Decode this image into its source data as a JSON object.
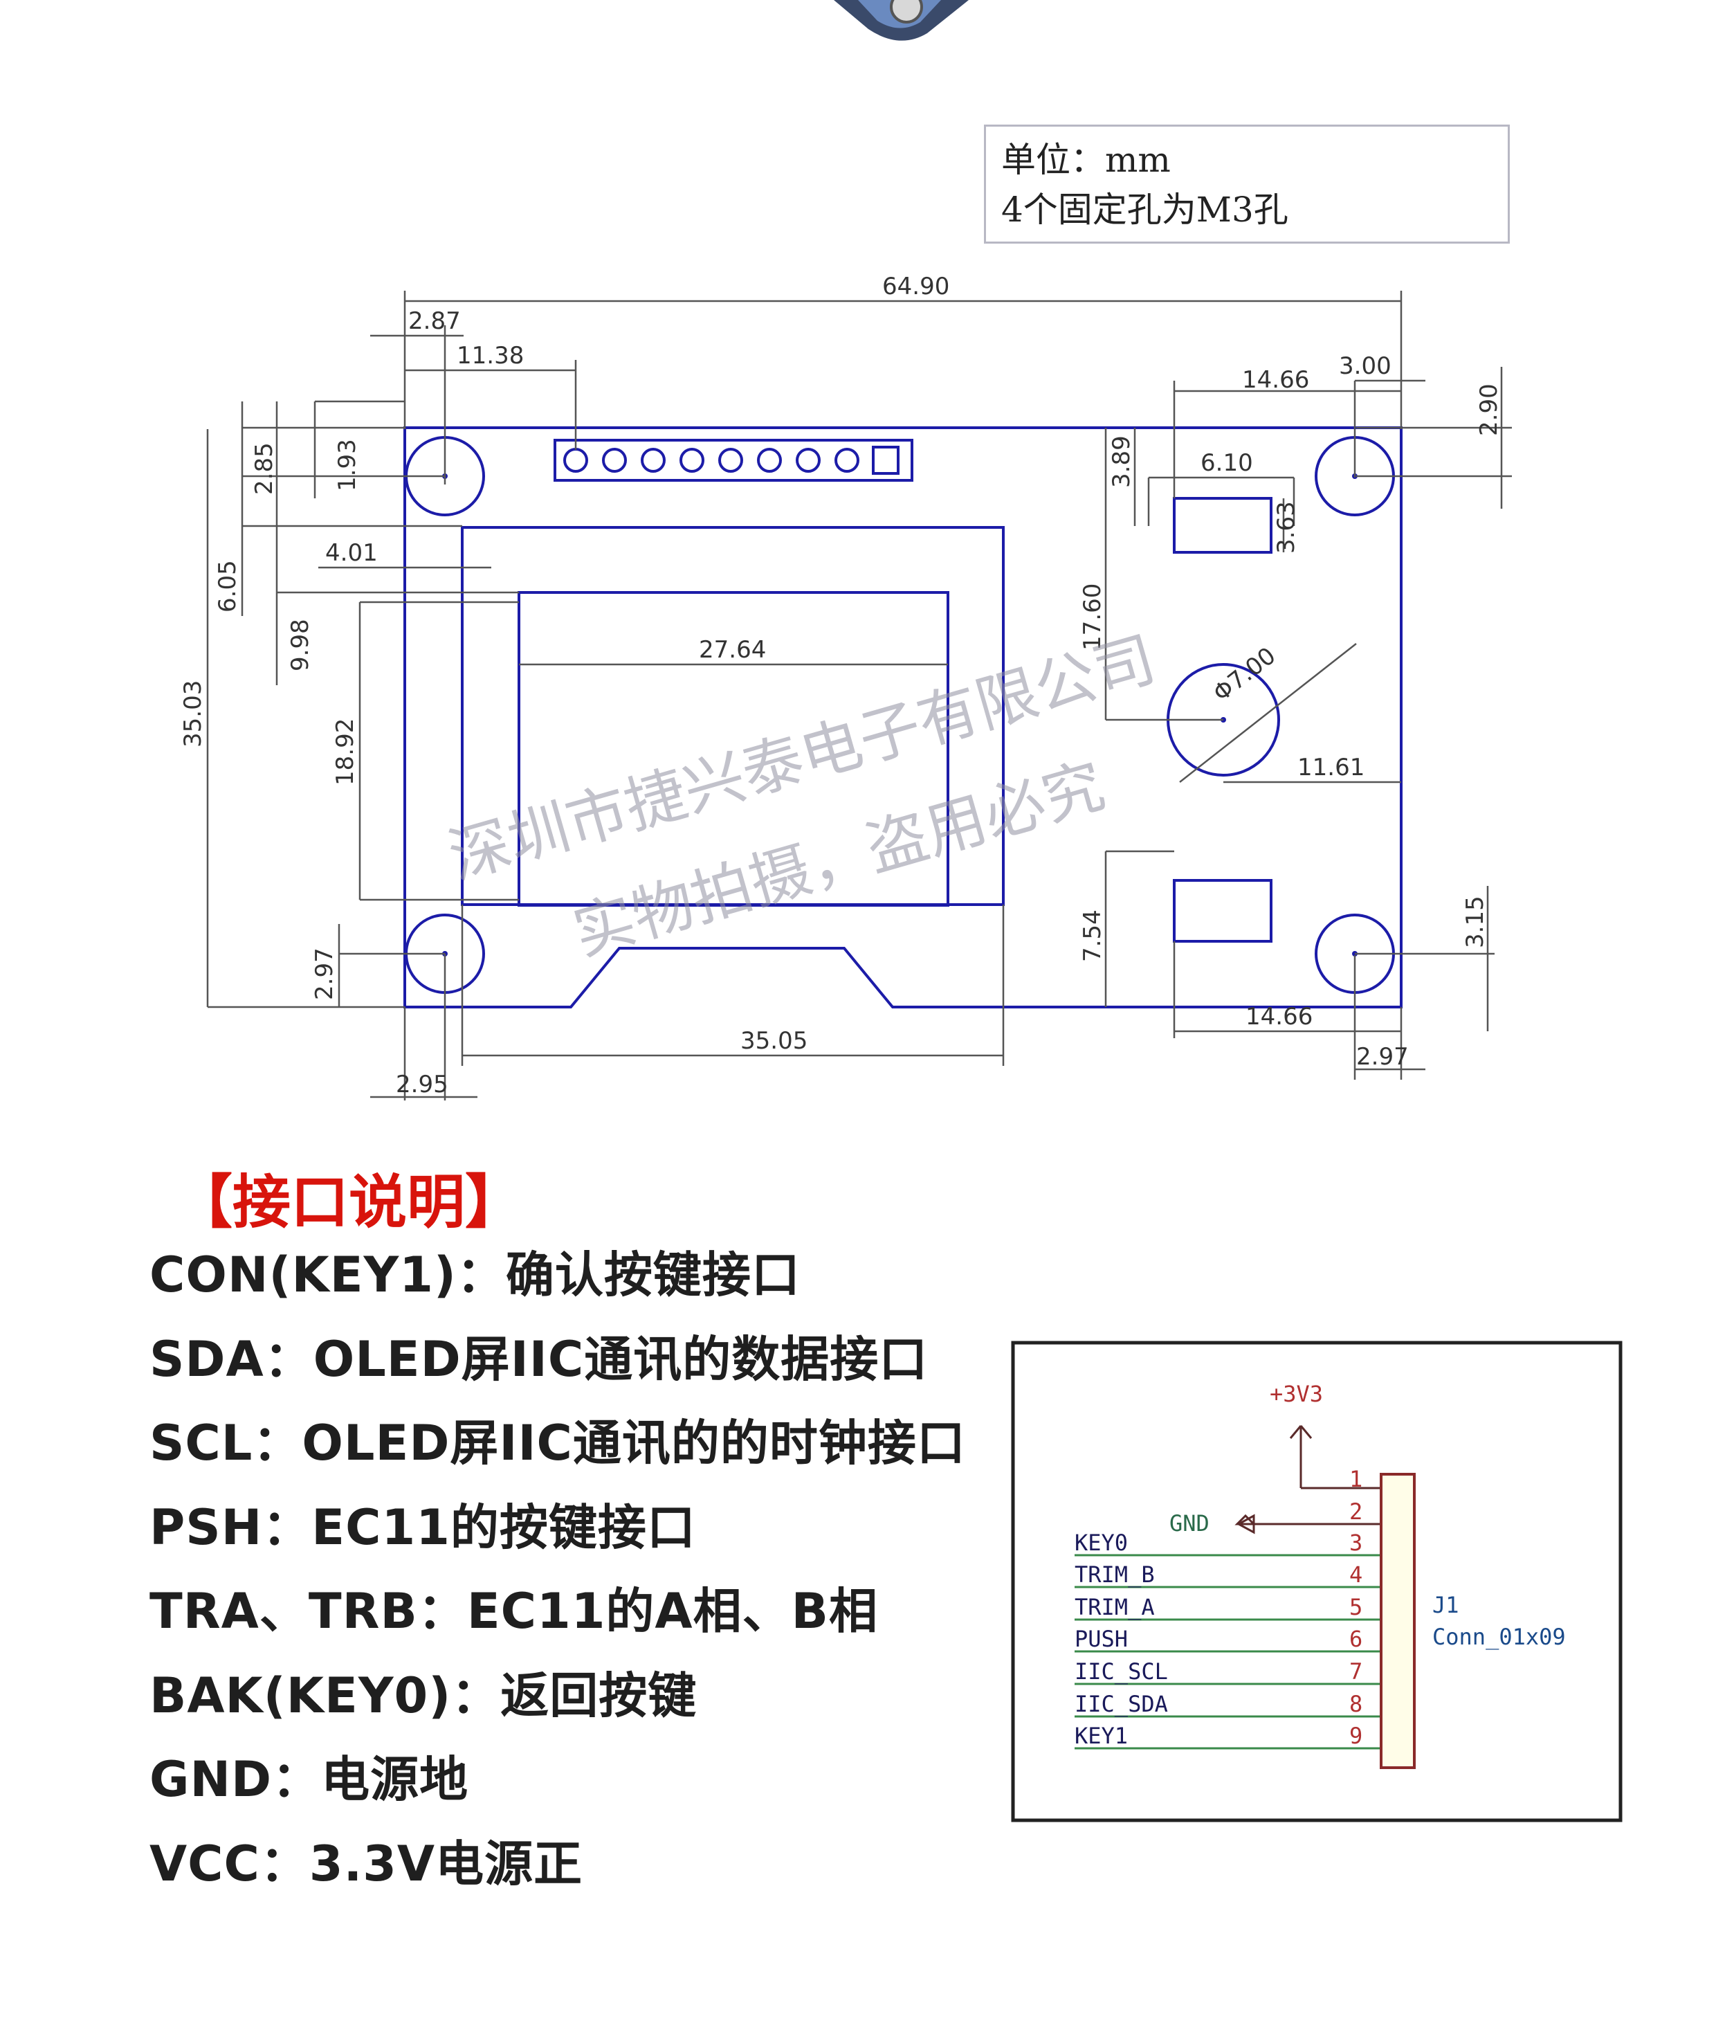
{
  "note": {
    "line1": "单位：mm",
    "line2": "4个固定孔为M3孔"
  },
  "dimensions": {
    "overall_width": "64.90",
    "hole_x_left": "2.87",
    "header_offset": "11.38",
    "right_block_width_top": "14.66",
    "hole_x_right_top": "3.00",
    "hole_y_right_top": "2.90",
    "hole_y_left_top": "2.85",
    "small_offset": "1.93",
    "screen_left": "4.01",
    "screen_top": "6.05",
    "display_top": "9.98",
    "board_height": "35.03",
    "display_height": "18.92",
    "display_width": "27.64",
    "button_top_y": "3.89",
    "button_width": "6.10",
    "button_height": "3.63",
    "encoder_y": "17.60",
    "encoder_diameter": "Φ7.00",
    "encoder_x": "11.61",
    "bottom_button_y": "7.54",
    "hole_y_right_bottom": "3.15",
    "right_block_width_bottom": "14.66",
    "hole_x_right_bottom": "2.97",
    "hole_y_left_bottom": "2.97",
    "screen_width": "35.05",
    "hole_x_left_bottom": "2.95"
  },
  "watermark": {
    "line1": "深圳市捷兴泰电子有限公司",
    "line2": "实物拍摄，盗用必究"
  },
  "interface": {
    "title": "【接口说明】",
    "items": [
      "CON(KEY1)：确认按键接口",
      "SDA：OLED屏IIC通讯的数据接口",
      "SCL：OLED屏IIC通讯的的时钟接口",
      "PSH：EC11的按键接口",
      "TRA、TRB：EC11的A相、B相",
      "BAK(KEY0)：返回按键",
      "GND：电源地",
      "VCC：3.3V电源正"
    ]
  },
  "schematic": {
    "power": "+3V3",
    "ground": "GND",
    "ref": "J1",
    "part": "Conn_01x09",
    "pins": [
      "1",
      "2",
      "3",
      "4",
      "5",
      "6",
      "7",
      "8",
      "9"
    ],
    "nets": [
      "KEY0",
      "TRIM_B",
      "TRIM_A",
      "PUSH",
      "IIC_SCL",
      "IIC_SDA",
      "KEY1"
    ]
  },
  "colors": {
    "board_outline": "#1c1ca8",
    "dimension_line": "#555555",
    "title_red": "#d8140c",
    "wire_green": "#3a8a4a"
  }
}
